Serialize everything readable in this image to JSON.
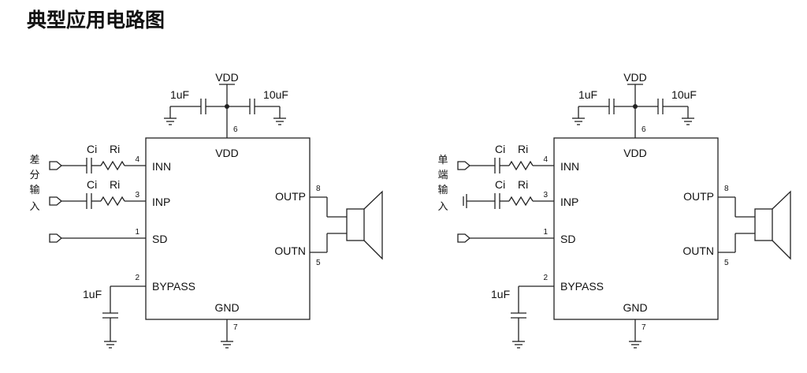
{
  "title": "典型应用电路图",
  "chip": {
    "vdd": "VDD",
    "gnd": "GND",
    "inn": "INN",
    "inp": "INP",
    "sd": "SD",
    "bypass": "BYPASS",
    "outp": "OUTP",
    "outn": "OUTN",
    "pin_vdd": "6",
    "pin_gnd": "7",
    "pin_inn": "4",
    "pin_inp": "3",
    "pin_sd": "1",
    "pin_bypass": "2",
    "pin_outp": "8",
    "pin_outn": "5"
  },
  "components": {
    "supply": "VDD",
    "cap_small": "1uF",
    "cap_large": "10uF",
    "ci": "Ci",
    "ri": "Ri",
    "bypass_cap": "1uF"
  },
  "circuits": [
    {
      "input_label": [
        "差",
        "分",
        "输",
        "入"
      ]
    },
    {
      "input_label": [
        "单",
        "端",
        "输",
        "入"
      ]
    }
  ]
}
